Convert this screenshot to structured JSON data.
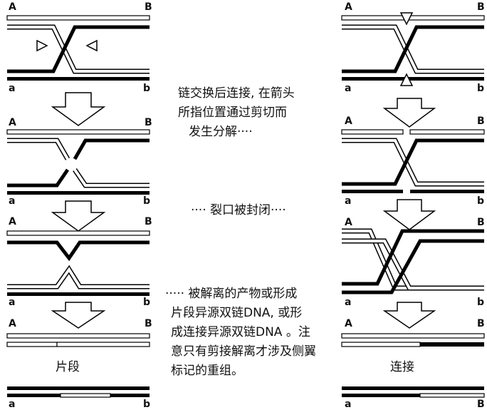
{
  "labels": {
    "A": "A",
    "B": "B",
    "a": "a",
    "b": "b"
  },
  "captions": {
    "step1": [
      "链交换后连接, 在箭头",
      "所指位置通过剪切而",
      "发生分解····"
    ],
    "step2": [
      "···· 裂口被封闭····"
    ],
    "step3": [
      "····· 被解离的产物或形成",
      "片段异源双链DNA, 或形",
      "成连接异源双链DNA 。注",
      "意只有剪接解离才涉及侧翼",
      "标记的重组。"
    ]
  },
  "products": {
    "left": "片段",
    "right": "连接"
  },
  "colors": {
    "strand_dark": "#000000",
    "strand_light_fill": "#ffffff",
    "strand_outline": "#000000",
    "background": "#ffffff"
  }
}
